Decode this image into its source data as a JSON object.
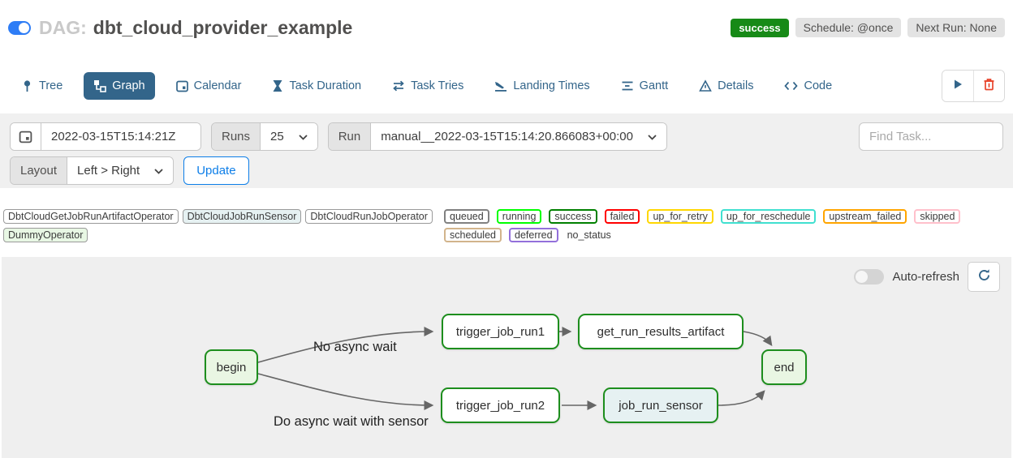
{
  "header": {
    "dag_prefix": "DAG:",
    "dag_name": "dbt_cloud_provider_example",
    "dag_toggle_on": true,
    "status_badge": "success",
    "schedule_badge": "Schedule: @once",
    "next_run_badge": "Next Run: None"
  },
  "tabs": {
    "active": "Graph",
    "items": [
      {
        "label": "Tree"
      },
      {
        "label": "Graph"
      },
      {
        "label": "Calendar"
      },
      {
        "label": "Task Duration"
      },
      {
        "label": "Task Tries"
      },
      {
        "label": "Landing Times"
      },
      {
        "label": "Gantt"
      },
      {
        "label": "Details"
      },
      {
        "label": "Code"
      }
    ]
  },
  "filters": {
    "execution_date": "2022-03-15T15:14:21Z",
    "runs_label": "Runs",
    "runs_value": "25",
    "run_label": "Run",
    "run_value": "manual__2022-03-15T15:14:20.866083+00:00",
    "find_task_placeholder": "Find Task...",
    "layout_label": "Layout",
    "layout_value": "Left > Right",
    "update_label": "Update"
  },
  "legend": {
    "operators": [
      {
        "label": "DbtCloudGetJobRunArtifactOperator",
        "fill": "#ffffff"
      },
      {
        "label": "DbtCloudJobRunSensor",
        "fill": "#e6f1f2"
      },
      {
        "label": "DbtCloudRunJobOperator",
        "fill": "#ffffff"
      },
      {
        "label": "DummyOperator",
        "fill": "#e8f7e4"
      }
    ],
    "statuses": [
      {
        "label": "queued",
        "color": "#808080"
      },
      {
        "label": "running",
        "color": "#00ff00"
      },
      {
        "label": "success",
        "color": "#008000"
      },
      {
        "label": "failed",
        "color": "#ff0000"
      },
      {
        "label": "up_for_retry",
        "color": "#ffd700"
      },
      {
        "label": "up_for_reschedule",
        "color": "#40e0d0"
      },
      {
        "label": "upstream_failed",
        "color": "#ffa500"
      },
      {
        "label": "skipped",
        "color": "#ffc0cb"
      },
      {
        "label": "scheduled",
        "color": "#d2b48c"
      },
      {
        "label": "deferred",
        "color": "#9370db"
      }
    ],
    "no_status": "no_status"
  },
  "graph": {
    "auto_refresh_label": "Auto-refresh",
    "auto_refresh_on": false,
    "edge_labels": [
      "No async wait",
      "Do async wait with sensor"
    ],
    "nodes": [
      {
        "label": "begin",
        "operator": "DummyOperator",
        "state": "success"
      },
      {
        "label": "trigger_job_run1",
        "operator": "DbtCloudRunJobOperator",
        "state": "success"
      },
      {
        "label": "get_run_results_artifact",
        "operator": "DbtCloudGetJobRunArtifactOperator",
        "state": "success"
      },
      {
        "label": "trigger_job_run2",
        "operator": "DbtCloudRunJobOperator",
        "state": "success"
      },
      {
        "label": "job_run_sensor",
        "operator": "DbtCloudJobRunSensor",
        "state": "success"
      },
      {
        "label": "end",
        "operator": "DummyOperator",
        "state": "success"
      }
    ],
    "edges": [
      [
        "begin",
        "trigger_job_run1"
      ],
      [
        "begin",
        "trigger_job_run2"
      ],
      [
        "trigger_job_run1",
        "get_run_results_artifact"
      ],
      [
        "get_run_results_artifact",
        "end"
      ],
      [
        "trigger_job_run2",
        "job_run_sensor"
      ],
      [
        "job_run_sensor",
        "end"
      ]
    ],
    "colors": {
      "success_border": "#1d8e1d",
      "edge": "#666666",
      "canvas_bg": "#efefef",
      "accent_navy": "#33658a",
      "toggle_blue": "#2e7df6",
      "trash_red": "#e8432a",
      "update_blue": "#0d7ee8"
    }
  }
}
